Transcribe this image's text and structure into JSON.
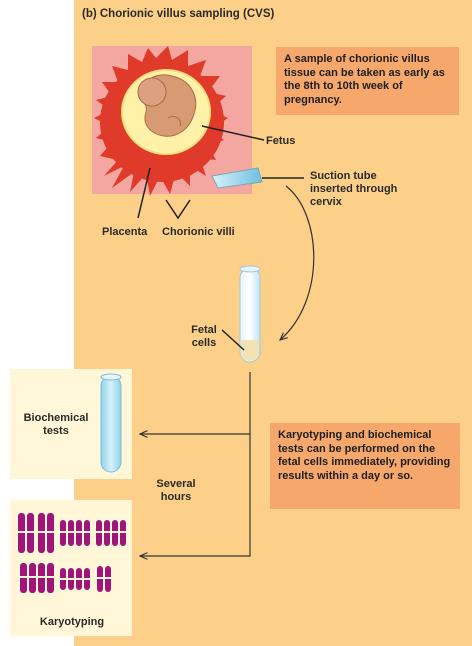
{
  "figure": {
    "title": "(b) Chorionic villus sampling (CVS)"
  },
  "notes": {
    "sample_timing": "A sample of chorionic villus tissue can be taken as early as the 8th to 10th week of pregnancy.",
    "tests_timing": "Karyotyping and biochemical tests can be performed on the fetal cells immediately, providing results within a day or so."
  },
  "labels": {
    "fetus": "Fetus",
    "suction_tube_line1": "Suction tube",
    "suction_tube_line2": "inserted through",
    "suction_tube_line3": "cervix",
    "placenta": "Placenta",
    "chorionic_villi": "Chorionic villi",
    "fetal_line1": "Fetal",
    "fetal_line2": "cells",
    "biochemical_line1": "Biochemical",
    "biochemical_line2": "tests",
    "several_line1": "Several",
    "several_line2": "hours",
    "karyotyping": "Karyotyping"
  },
  "colors": {
    "background": "#fcd089",
    "note_box": "#f6a86c",
    "panel": "#fff7d8",
    "placenta_red": "#e03a2a",
    "chromosome": "#a0157a",
    "tube_fluid": "#bfe6f4"
  }
}
